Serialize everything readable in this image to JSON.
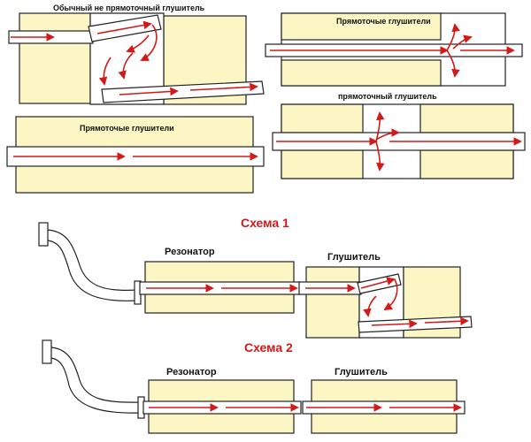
{
  "colors": {
    "box_fill": "#fbf6c4",
    "stroke": "#222222",
    "arrow": "#d11a1a",
    "scheme_title": "#d11a1a",
    "pipe_fill": "#ffffff"
  },
  "diagrams": {
    "conventional": {
      "label": "Обычный не прямоточный глушитель"
    },
    "straight_top_right": {
      "label": "Прямоточые глушители"
    },
    "straight_middle_left": {
      "label": "Прямоточые глушители"
    },
    "straight_middle_right": {
      "label": "прямоточный глушитель"
    }
  },
  "schemes": [
    {
      "title": "Схема 1",
      "resonator_label": "Резонатор",
      "muffler_label": "Глушитель"
    },
    {
      "title": "Схема 2",
      "resonator_label": "Резонатор",
      "muffler_label": "Глушитель"
    }
  ]
}
